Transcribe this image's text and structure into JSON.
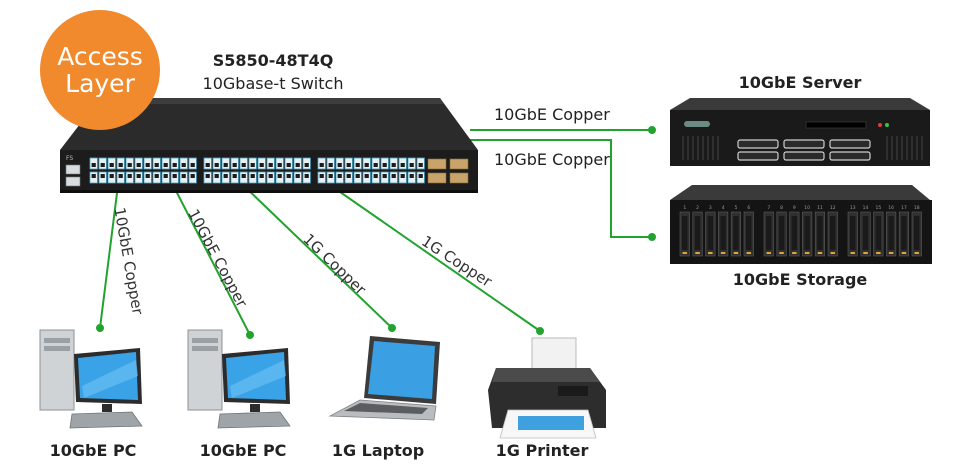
{
  "badge": {
    "line1": "Access",
    "line2": "Layer",
    "color": "#f08a2c"
  },
  "switch": {
    "model": "S5850-48T4Q",
    "subtitle": "10Gbase-t Switch"
  },
  "links": {
    "server": "10GbE Copper",
    "storage": "10GbE Copper",
    "pc1": "10GbE Copper",
    "pc2": "10GbE Copper",
    "laptop": "1G Copper",
    "printer": "1G Copper"
  },
  "devices": {
    "server": "10GbE Server",
    "storage": "10GbE Storage",
    "pc1": "10GbE PC",
    "pc2": "10GbE PC",
    "laptop": "1G Laptop",
    "printer": "1G Printer"
  },
  "storage_bays": [
    "1",
    "2",
    "3",
    "4",
    "5",
    "6",
    "7",
    "8",
    "9",
    "10",
    "11",
    "12",
    "13",
    "14",
    "15",
    "16",
    "17",
    "18"
  ],
  "switch_logo": "FS",
  "colors": {
    "link": "#22a32e",
    "port": "#4aa6c9",
    "chassis": "#222222"
  }
}
